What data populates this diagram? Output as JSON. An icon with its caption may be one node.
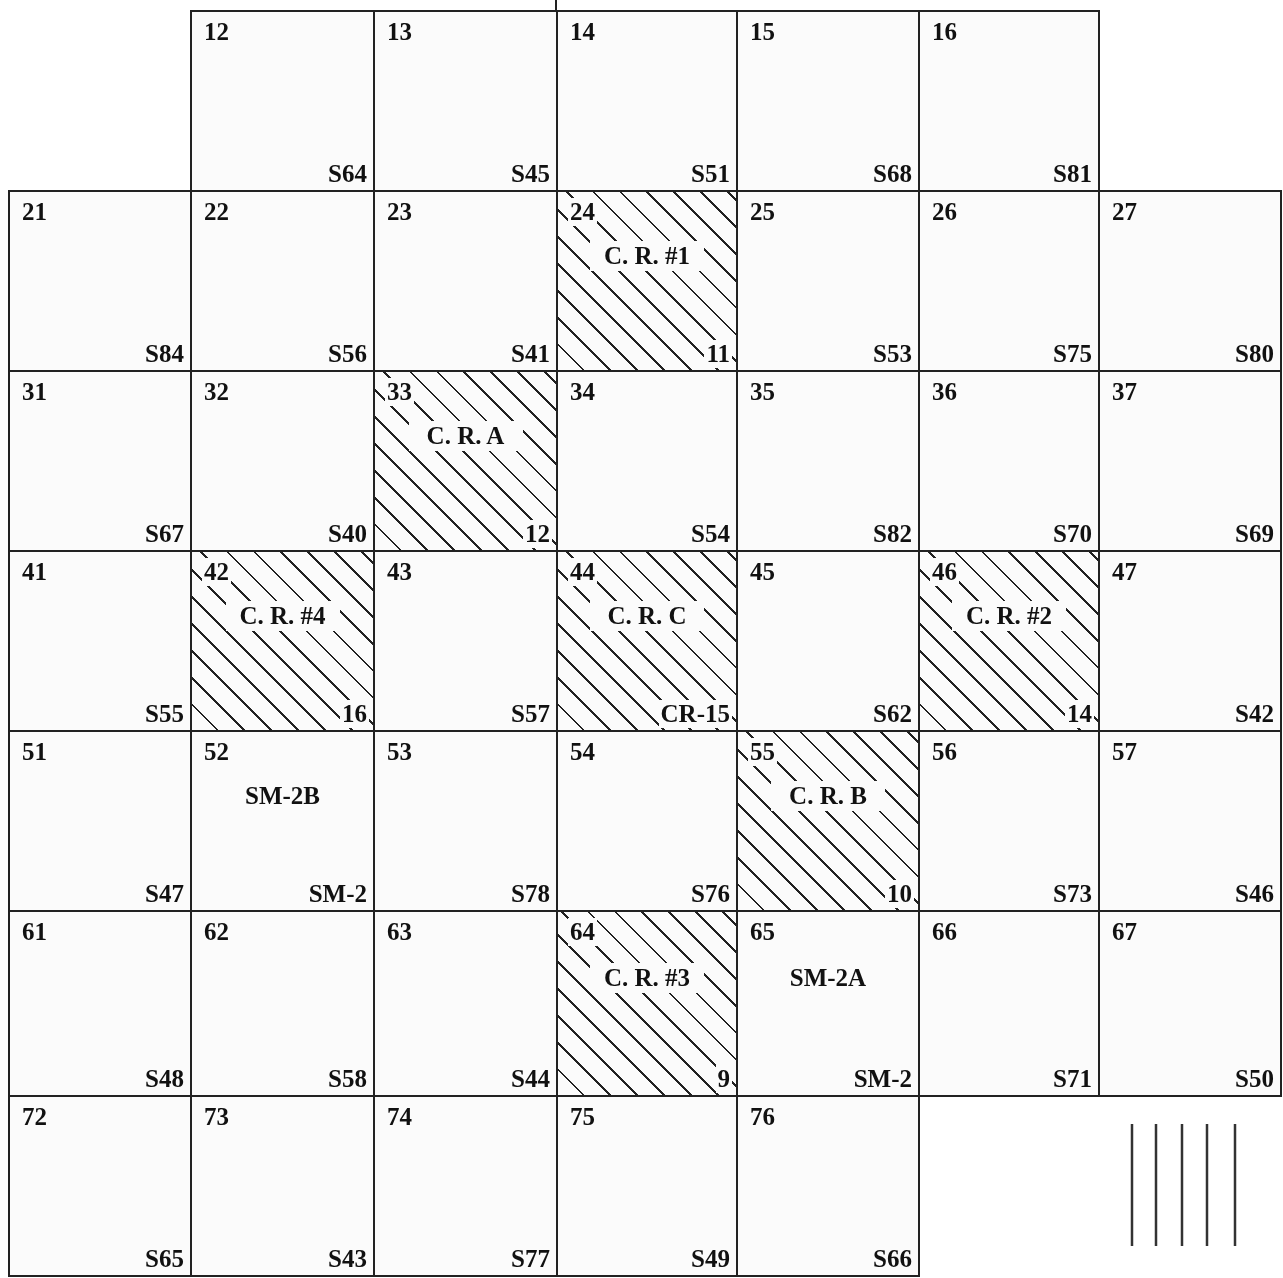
{
  "diagram": {
    "nodes": [
      {
        "text": [
          "12",
          "S64"
        ]
      },
      {
        "text": [
          "13",
          "S45"
        ]
      },
      {
        "text": [
          "14",
          "S51"
        ]
      },
      {
        "text": [
          "15",
          "S68"
        ]
      },
      {
        "text": [
          "16",
          "S81"
        ]
      },
      {
        "text": [
          "21",
          "S84"
        ]
      },
      {
        "text": [
          "22",
          "S56"
        ]
      },
      {
        "text": [
          "23",
          "S41"
        ]
      },
      {
        "text": [
          "24",
          "C. R. #1",
          "11"
        ]
      },
      {
        "text": [
          "25",
          "S53"
        ]
      },
      {
        "text": [
          "26",
          "S75"
        ]
      },
      {
        "text": [
          "27",
          "S80"
        ]
      },
      {
        "text": [
          "31",
          "S67"
        ]
      },
      {
        "text": [
          "32",
          "S40"
        ]
      },
      {
        "text": [
          "33",
          "C. R. A",
          "12"
        ]
      },
      {
        "text": [
          "34",
          "S54"
        ]
      },
      {
        "text": [
          "35",
          "S82"
        ]
      },
      {
        "text": [
          "36",
          "S70"
        ]
      },
      {
        "text": [
          "37",
          "S69"
        ]
      },
      {
        "text": [
          "41",
          "S55"
        ]
      },
      {
        "text": [
          "42",
          "C. R. #4",
          "16"
        ]
      },
      {
        "text": [
          "43",
          "S57"
        ]
      },
      {
        "text": [
          "44",
          "C. R. C",
          "CR-15"
        ]
      },
      {
        "text": [
          "45",
          "S62"
        ]
      },
      {
        "text": [
          "46",
          "C. R. #2",
          "14"
        ]
      },
      {
        "text": [
          "47",
          "S42"
        ]
      },
      {
        "text": [
          "51",
          "S47"
        ]
      },
      {
        "text": [
          "52",
          "SM-2B",
          "SM-2"
        ]
      },
      {
        "text": [
          "53",
          "S78"
        ]
      },
      {
        "text": [
          "54",
          "S76"
        ]
      },
      {
        "text": [
          "55",
          "C. R. B",
          "10"
        ]
      },
      {
        "text": [
          "56",
          "S73"
        ]
      },
      {
        "text": [
          "57",
          "S46"
        ]
      },
      {
        "text": [
          "61",
          "S48"
        ]
      },
      {
        "text": [
          "62",
          "S58"
        ]
      },
      {
        "text": [
          "63",
          "S44"
        ]
      },
      {
        "text": [
          "64",
          "C. R. #3",
          "9"
        ]
      },
      {
        "text": [
          "65",
          "SM-2A",
          "SM-2"
        ]
      },
      {
        "text": [
          "66",
          "S71"
        ]
      },
      {
        "text": [
          "67",
          "S50"
        ]
      },
      {
        "text": [
          "72",
          "S65"
        ]
      },
      {
        "text": [
          "73",
          "S43"
        ]
      },
      {
        "text": [
          "74",
          "S77"
        ]
      },
      {
        "text": [
          "75",
          "S49"
        ]
      },
      {
        "text": [
          "76",
          "S66"
        ]
      }
    ]
  }
}
